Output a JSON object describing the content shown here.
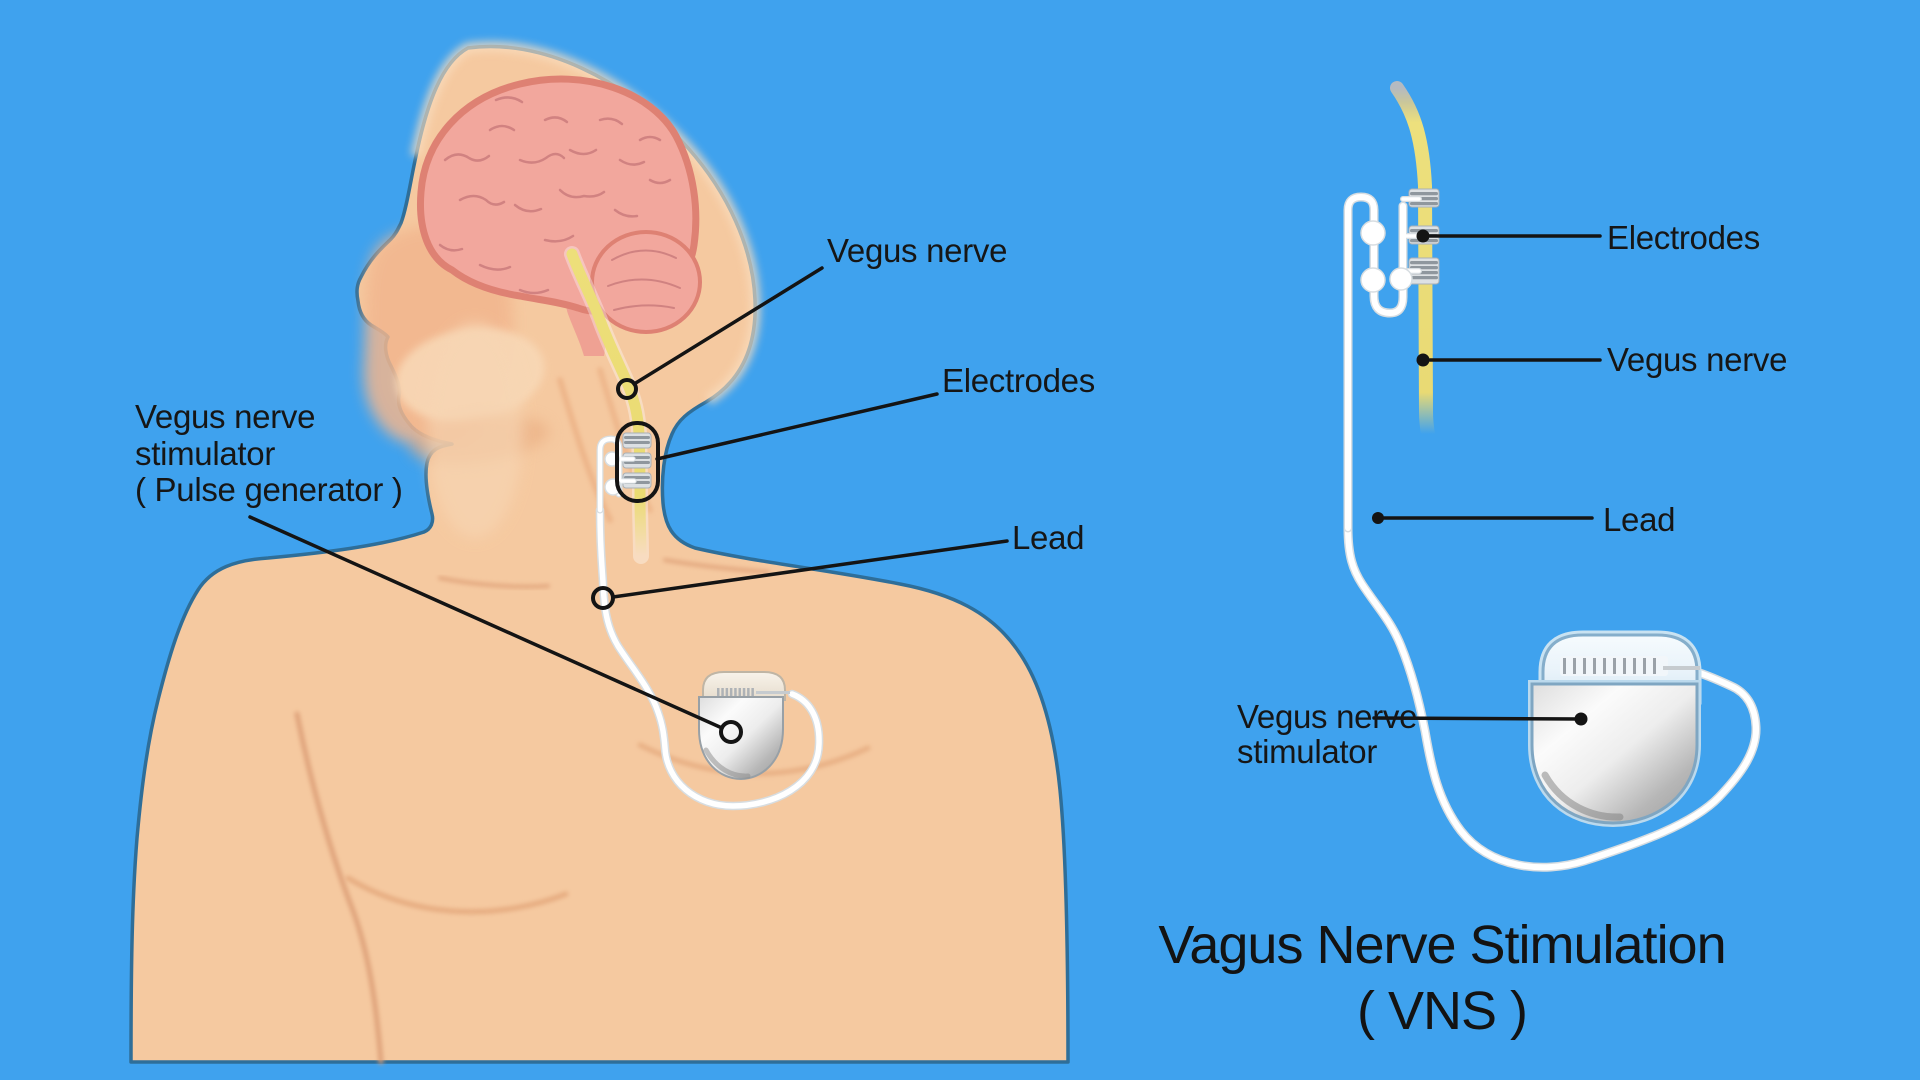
{
  "title": {
    "line1": "Vagus Nerve Stimulation",
    "line2": "( VNS )"
  },
  "left_figure": {
    "labels": {
      "vagus_nerve": "Vegus nerve",
      "electrodes": "Electrodes",
      "lead": "Lead",
      "stimulator_line1": "Vegus nerve",
      "stimulator_line2": "stimulator",
      "stimulator_line3": "( Pulse generator )"
    }
  },
  "right_diagram": {
    "labels": {
      "electrodes": "Electrodes",
      "vagus_nerve": "Vegus nerve",
      "lead": "Lead",
      "stimulator_line1": "Vegus nerve",
      "stimulator_line2": "stimulator"
    }
  },
  "colors": {
    "background": "#3FA2EE",
    "skin": "#F5C9A0",
    "skin_shade": "#F2B68E",
    "outline": "#2E6E99",
    "brain": "#F2A79D",
    "brain_ridge": "#DE8173",
    "nerve_yellow": "#EBDD76",
    "lead_white": "#FFFFFF",
    "device_metal": "#C9C9C9",
    "annotation": "#141414"
  }
}
